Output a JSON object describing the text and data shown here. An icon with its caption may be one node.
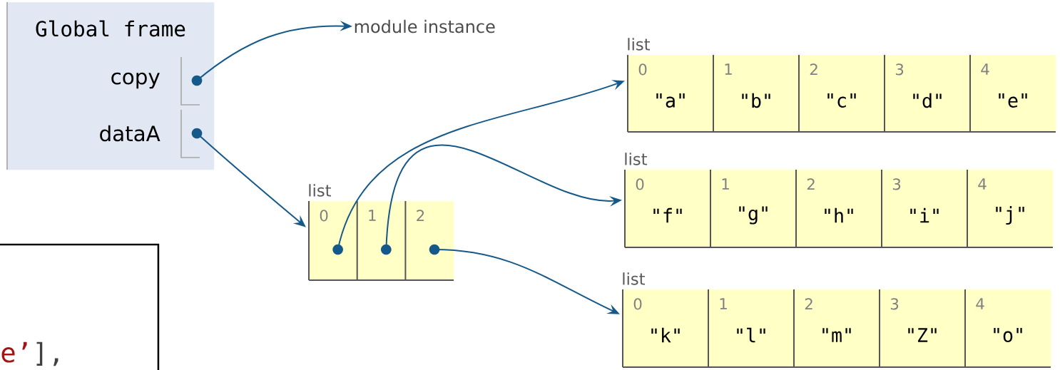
{
  "diagram": {
    "nodes": [
      {
        "text": [
          "Global frame"
        ]
      },
      {
        "text": [
          "copy"
        ],
        "in": 0
      },
      {
        "text": [
          "module instance"
        ]
      },
      {
        "text": [
          "dataA"
        ],
        "in": 0
      },
      {
        "text": [
          "list"
        ]
      },
      {
        "text": [
          "0"
        ],
        "in": 4
      },
      {
        "text": [
          "1"
        ],
        "in": 4
      },
      {
        "text": [
          "2"
        ],
        "in": 4
      },
      {
        "text": [
          "list"
        ]
      },
      {
        "text": [
          "0",
          "\"a\""
        ],
        "in": 8
      },
      {
        "text": [
          "1",
          "\"b\""
        ],
        "in": 8
      },
      {
        "text": [
          "2",
          "\"c\""
        ],
        "in": 8
      },
      {
        "text": [
          "3",
          "\"d\""
        ],
        "in": 8
      },
      {
        "text": [
          "4",
          "\"e\""
        ],
        "in": 8
      },
      {
        "text": [
          "list"
        ]
      },
      {
        "text": [
          "0",
          "\"f\""
        ],
        "in": 14
      },
      {
        "text": [
          "1",
          "\"g\""
        ],
        "in": 14
      },
      {
        "text": [
          "2",
          "\"h\""
        ],
        "in": 14
      },
      {
        "text": [
          "3",
          "\"i\""
        ],
        "in": 14
      },
      {
        "text": [
          "4",
          "\"j\""
        ],
        "in": 14
      },
      {
        "text": [
          "list"
        ]
      },
      {
        "text": [
          "0",
          "\"k\""
        ],
        "in": 20
      },
      {
        "text": [
          "1",
          "\"l\""
        ],
        "in": 20
      },
      {
        "text": [
          "2",
          "\"m\""
        ],
        "in": 20
      },
      {
        "text": [
          "3",
          "\"Z\""
        ],
        "in": 20
      },
      {
        "text": [
          "4",
          "\"o\""
        ],
        "in": 20
      },
      {
        "text": [
          "e’",
          "],"
        ]
      }
    ],
    "edges": [
      {
        "from": 1,
        "to": 2,
        "arrow": "to"
      },
      {
        "from": 3,
        "to": 4,
        "arrow": "to"
      },
      {
        "from": 5,
        "to": 8,
        "arrow": "to"
      },
      {
        "from": 6,
        "to": 14,
        "arrow": "to"
      },
      {
        "from": 7,
        "to": 20,
        "arrow": "to"
      }
    ]
  }
}
